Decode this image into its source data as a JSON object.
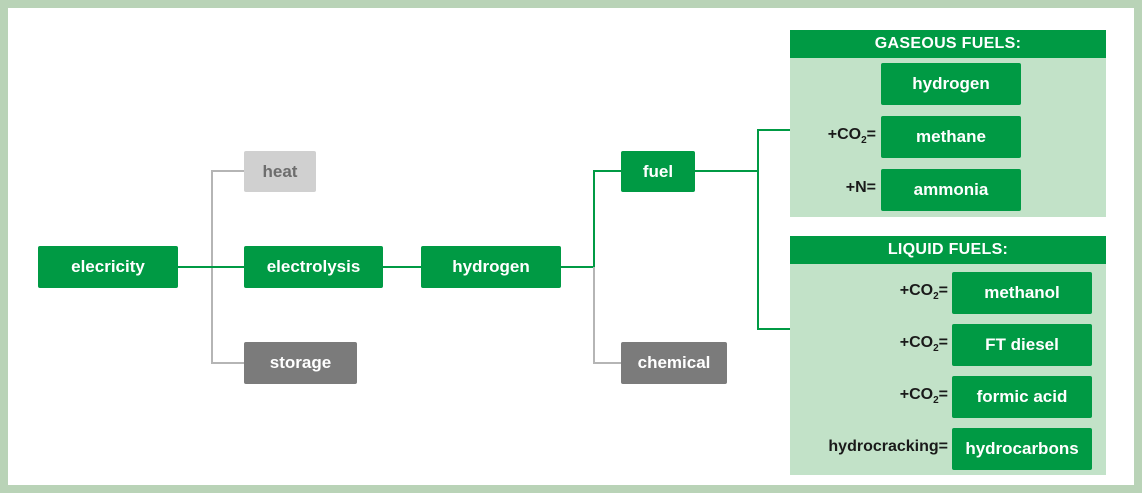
{
  "nodes": {
    "electricity": "elecricity",
    "heat": "heat",
    "electrolysis": "electrolysis",
    "storage": "storage",
    "hydrogen": "hydrogen",
    "fuel": "fuel",
    "chemical": "chemical"
  },
  "gaseous": {
    "title": "GASEOUS FUELS:",
    "items": [
      {
        "prefix": "",
        "prefix_sub": "",
        "prefix_suffix": "",
        "label": "hydrogen"
      },
      {
        "prefix": "+CO",
        "prefix_sub": "2",
        "prefix_suffix": "=",
        "label": "methane"
      },
      {
        "prefix": "+N=",
        "prefix_sub": "",
        "prefix_suffix": "",
        "label": "ammonia"
      }
    ]
  },
  "liquid": {
    "title": "LIQUID FUELS:",
    "items": [
      {
        "prefix": "+CO",
        "prefix_sub": "2",
        "prefix_suffix": "=",
        "label": "methanol"
      },
      {
        "prefix": "+CO",
        "prefix_sub": "2",
        "prefix_suffix": "=",
        "label": "FT diesel"
      },
      {
        "prefix": "+CO",
        "prefix_sub": "2",
        "prefix_suffix": "=",
        "label": "formic acid"
      },
      {
        "prefix": "hydrocracking=",
        "prefix_sub": "",
        "prefix_suffix": "",
        "label": "hydrocarbons"
      }
    ]
  },
  "colors": {
    "green": "#009a44",
    "panel": "#c2e2c8",
    "gray_line": "#b5b5b5",
    "frame": "#b9d3b7"
  }
}
